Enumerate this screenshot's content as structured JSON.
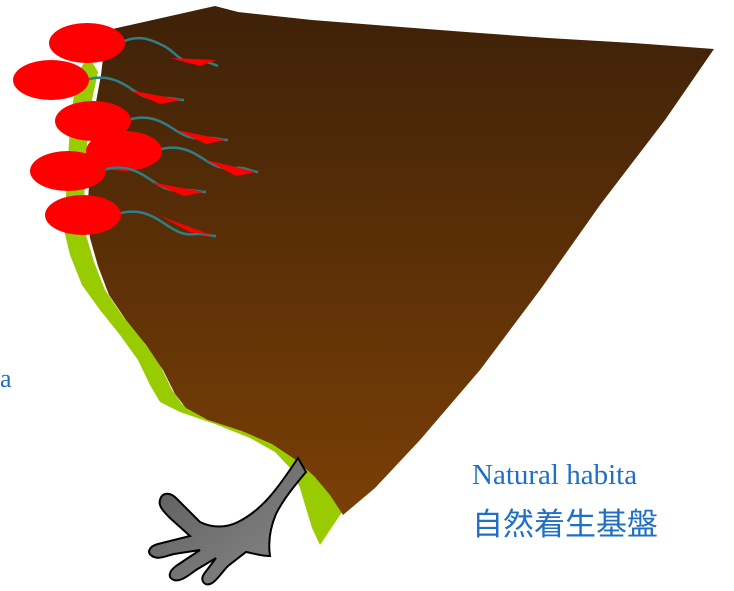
{
  "labels": {
    "left_partial": "a",
    "habitat_en": "Natural habita",
    "habitat_jp": "自然着生基盤"
  },
  "colors": {
    "substrate_top": "#3e2108",
    "substrate_bottom": "#7a3f06",
    "biofilm_edge": "#99cc00",
    "cell_body": "#ff0000",
    "flagellum": "#2e7f86",
    "hand": "#707070",
    "text": "#1f6fc5"
  },
  "icons": {
    "bacteria": "bacterium-cell-icon",
    "hand": "hand-icon"
  }
}
